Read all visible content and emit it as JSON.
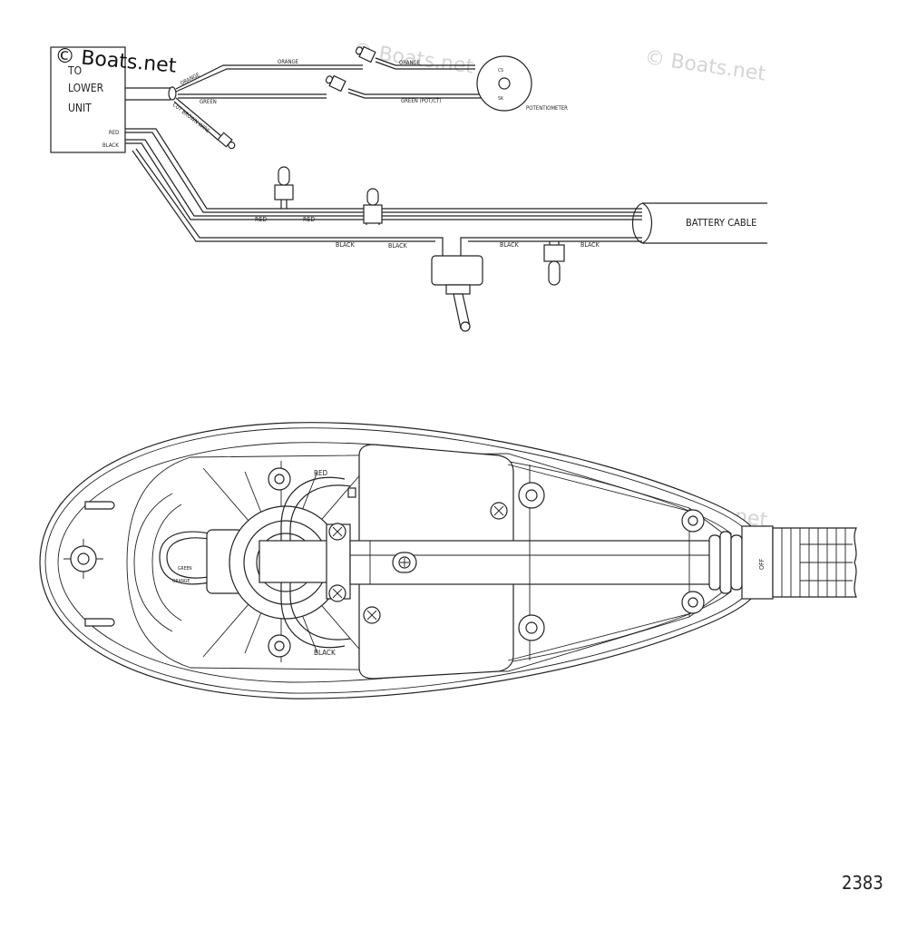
{
  "watermark": {
    "brand_main": "© Boats.net",
    "brand_faded": "© Boats.net"
  },
  "lower_unit_box": {
    "line1": "TO",
    "line2": "LOWER",
    "line3": "UNIT"
  },
  "wire_labels": {
    "orange_diag": "ORANGE",
    "orange_top": "ORANGE",
    "orange_right": "ORANGE",
    "green_left": "GREEN",
    "green_pot": "GREEN (POT/CT)",
    "cut_brown": "CUT BROWN WIRE",
    "red_box": "RED",
    "black_box": "BLACK",
    "red_1": "RED",
    "red_2": "RED",
    "black_1": "BLACK",
    "black_2": "BLACK",
    "black_3": "BLACK",
    "black_4": "BLACK"
  },
  "potentiometer": {
    "label": "POTENTIOMETER",
    "terminal_top": "CS",
    "terminal_bottom": "SK"
  },
  "battery_cable": "BATTERY CABLE",
  "head_labels": {
    "red": "RED",
    "black": "BLACK",
    "green": "GREEN",
    "orange": "ORANGE",
    "off": "OFF"
  },
  "diagram_number": "2383"
}
